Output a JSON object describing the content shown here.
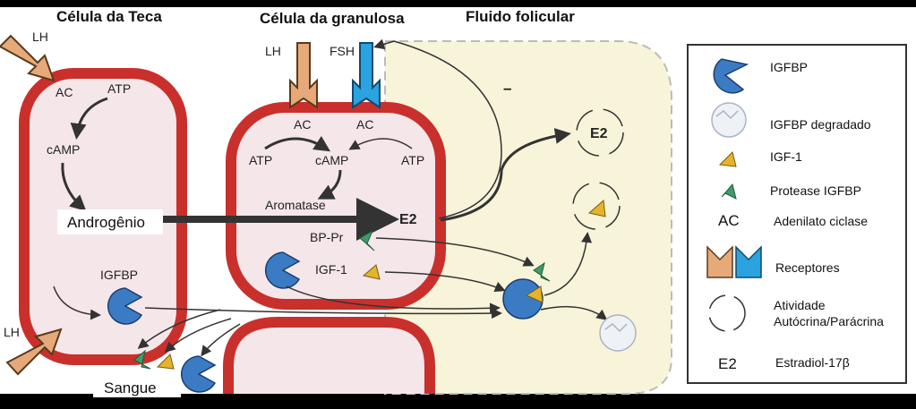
{
  "headers": {
    "theca": "Célula da Teca",
    "granulosa": "Célula da granulosa",
    "fluid": "Fluido folicular"
  },
  "labels": {
    "lh_top": "LH",
    "lh_bottom": "LH",
    "lh_granulosa": "LH",
    "fsh": "FSH",
    "ac_theca": "AC",
    "atp_theca": "ATP",
    "camp_theca": "cAMP",
    "androgen": "Androgênio",
    "igfbp_theca": "IGFBP",
    "ac_gran_left": "AC",
    "ac_gran_right": "AC",
    "atp_gran_left": "ATP",
    "camp_gran": "cAMP",
    "atp_gran_right": "ATP",
    "aromatase": "Aromatase",
    "e2_gran": "E2",
    "bp_pr": "BP-Pr",
    "igf1": "IGF-1",
    "minus": "–",
    "e2_fluid": "E2",
    "blood": "Sangue"
  },
  "legend": {
    "igfbp": "IGFBP",
    "igfbp_degraded": "IGFBP degradado",
    "igf1": "IGF-1",
    "protease": "Protease IGFBP",
    "ac_symbol": "AC",
    "ac": "Adenilato ciclase",
    "receptors": "Receptores",
    "activity_line1": "Atividade",
    "activity_line2": "Autócrina/Parácrina",
    "e2_symbol": "E2",
    "e2": "Estradiol-17β"
  },
  "colors": {
    "membrane": "#c9302c",
    "cell_fill": "#f5e6ea",
    "fluid_fill": "#f7f4d9",
    "igfbp_blue": "#3b7bc4",
    "igf1_yellow": "#e6b42a",
    "protease_green": "#3f9b6a",
    "lh_receptor": "#e6a97a",
    "fsh_receptor": "#2aa3e0"
  }
}
